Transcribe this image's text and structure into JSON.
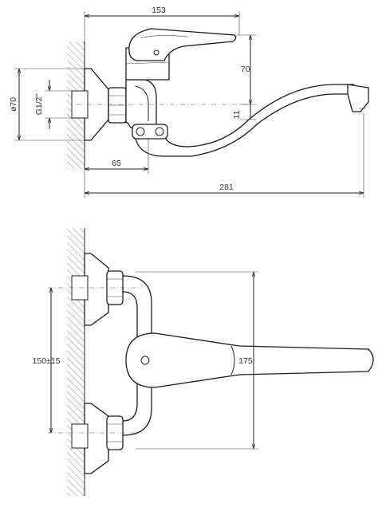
{
  "side_view": {
    "dim_width": "153",
    "dim_height": "70",
    "dim_small": "11",
    "dim_diameter": "ø70",
    "dim_thread": "G1/2\"",
    "dim_wall_offset": "65",
    "dim_total_length": "281"
  },
  "top_view": {
    "dim_spacing": "150±15",
    "dim_depth": "175"
  },
  "colors": {
    "line": "#222222",
    "hatch": "#444444",
    "text": "#333333"
  }
}
